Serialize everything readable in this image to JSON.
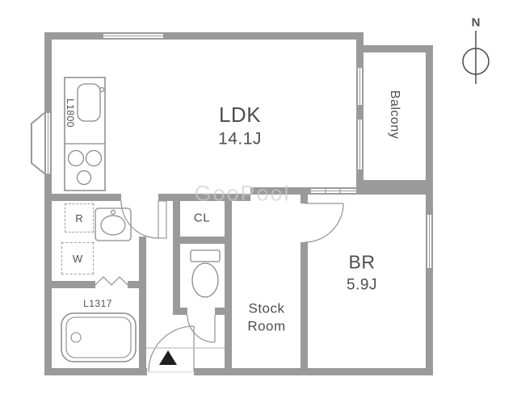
{
  "floorplan": {
    "watermark": "GooPool",
    "compass_label": "N",
    "rooms": {
      "ldk": {
        "name": "LDK",
        "size": "14.1J"
      },
      "bedroom": {
        "name": "BR",
        "size": "5.9J"
      },
      "stock_room": {
        "name_line1": "Stock",
        "name_line2": "Room"
      },
      "closet": "CL",
      "balcony": "Balcony"
    },
    "labels": {
      "kitchen_counter": "L1800",
      "bathtub": "L1317",
      "refrigerator": "R",
      "washing_machine": "W"
    },
    "colors": {
      "wall": "#9a9a9a",
      "fixture_line": "#8a8a8a",
      "text": "#4f4f4f",
      "watermark": "#cccccc"
    }
  }
}
